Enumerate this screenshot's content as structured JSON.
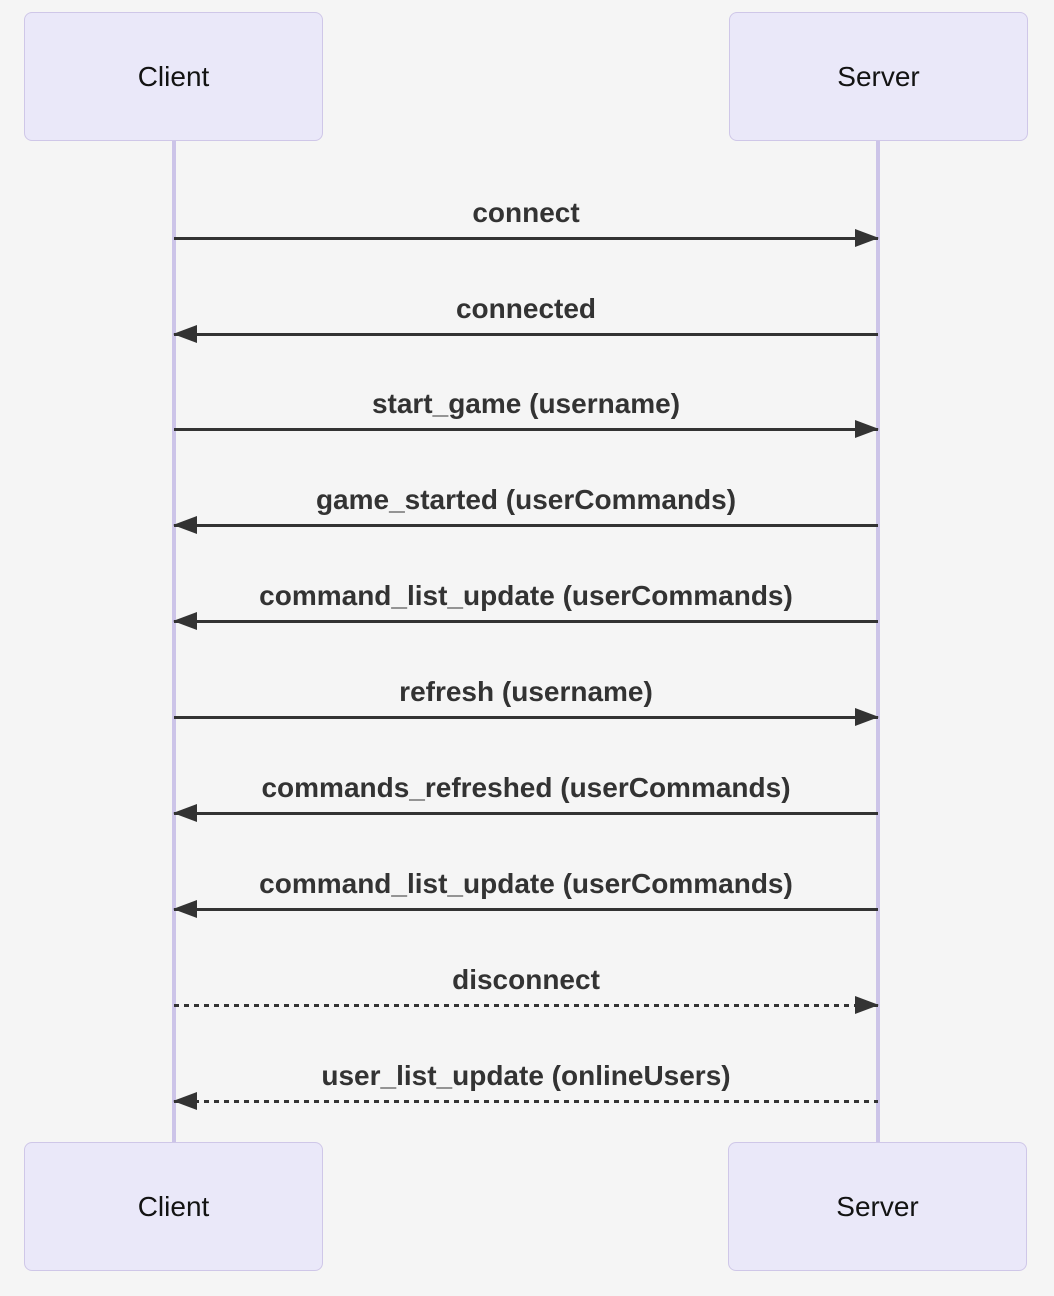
{
  "diagram": {
    "type": "sequence",
    "actors": {
      "client": {
        "label": "Client"
      },
      "server": {
        "label": "Server"
      }
    },
    "messages": [
      {
        "label": "connect",
        "from": "Client",
        "to": "Server",
        "line": "solid"
      },
      {
        "label": "connected",
        "from": "Server",
        "to": "Client",
        "line": "solid"
      },
      {
        "label": "start_game (username)",
        "from": "Client",
        "to": "Server",
        "line": "solid"
      },
      {
        "label": "game_started (userCommands)",
        "from": "Server",
        "to": "Client",
        "line": "solid"
      },
      {
        "label": "command_list_update (userCommands)",
        "from": "Server",
        "to": "Client",
        "line": "solid"
      },
      {
        "label": "refresh (username)",
        "from": "Client",
        "to": "Server",
        "line": "solid"
      },
      {
        "label": "commands_refreshed (userCommands)",
        "from": "Server",
        "to": "Client",
        "line": "solid"
      },
      {
        "label": "command_list_update (userCommands)",
        "from": "Server",
        "to": "Client",
        "line": "solid"
      },
      {
        "label": "disconnect",
        "from": "Client",
        "to": "Server",
        "line": "dashed"
      },
      {
        "label": "user_list_update (onlineUsers)",
        "from": "Server",
        "to": "Client",
        "line": "dashed"
      }
    ],
    "colors": {
      "background": "#f5f5f5",
      "actor_fill": "#EAE8F9",
      "actor_border": "#CFC7E8",
      "lifeline": "#CCC4E8",
      "message_text": "#333333",
      "arrow": "#333333"
    }
  }
}
